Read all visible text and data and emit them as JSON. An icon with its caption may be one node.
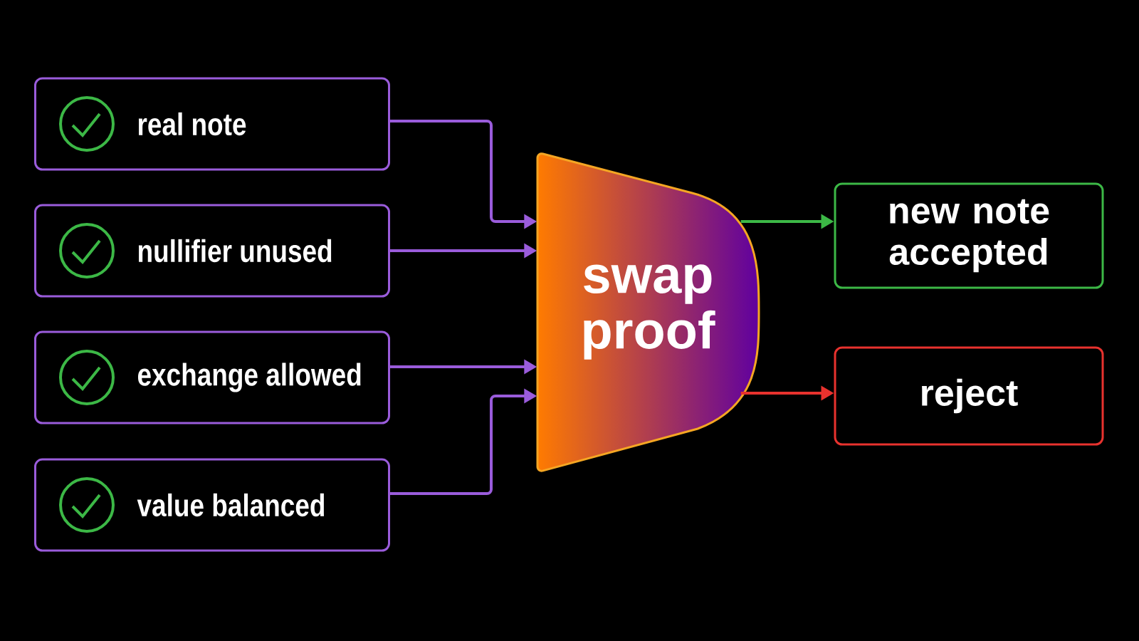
{
  "diagram": {
    "nodes": [
      {
        "text": [
          "real note"
        ]
      },
      {
        "text": [
          "nullifier unused"
        ]
      },
      {
        "text": [
          "exchange allowed"
        ]
      },
      {
        "text": [
          "value balanced"
        ]
      },
      {
        "text": [
          "swap proof"
        ]
      },
      {
        "text": [
          "new note accepted"
        ]
      },
      {
        "text": [
          "reject"
        ]
      }
    ],
    "edges": [
      {
        "from": 0,
        "to": 4,
        "arrow": "to"
      },
      {
        "from": 1,
        "to": 4,
        "arrow": "to"
      },
      {
        "from": 2,
        "to": 4,
        "arrow": "to"
      },
      {
        "from": 3,
        "to": 4,
        "arrow": "to"
      },
      {
        "from": 4,
        "to": 5,
        "arrow": "to",
        "color": "#3cb846"
      },
      {
        "from": 4,
        "to": 6,
        "arrow": "to",
        "color": "#e8322e"
      }
    ]
  }
}
